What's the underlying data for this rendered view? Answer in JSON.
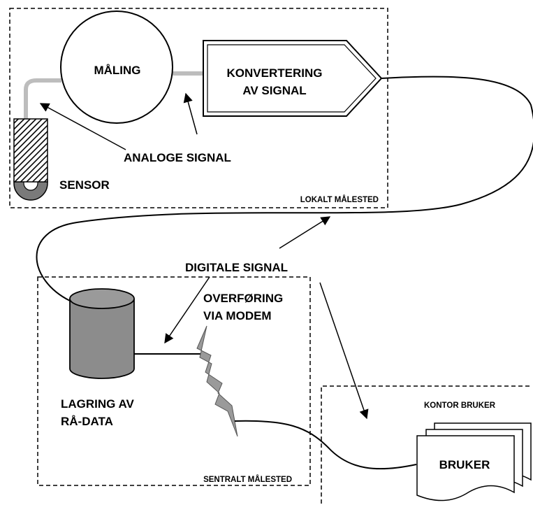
{
  "regions": {
    "local": "LOKALT MÅLESTED",
    "central": "SENTRALT MÅLESTED",
    "office": "KONTOR BRUKER"
  },
  "nodes": {
    "measurement": "MÅLING",
    "conversion_line1": "KONVERTERING",
    "conversion_line2": "AV SIGNAL",
    "sensor": "SENSOR",
    "storage_line1": "LAGRING AV",
    "storage_line2": "RÅ-DATA",
    "transfer_line1": "OVERFØRING",
    "transfer_line2": "VIA MODEM",
    "user": "BRUKER"
  },
  "annotations": {
    "analog_signal": "ANALOGE SIGNAL",
    "digital_signal": "DIGITALE SIGNAL"
  },
  "colors": {
    "line": "#000000",
    "cylinder": "#8c8c8c",
    "lightning": "#9a9a9a",
    "sensor_cap": "#7a7a7a",
    "cable_grey": "#bdbdbd"
  }
}
